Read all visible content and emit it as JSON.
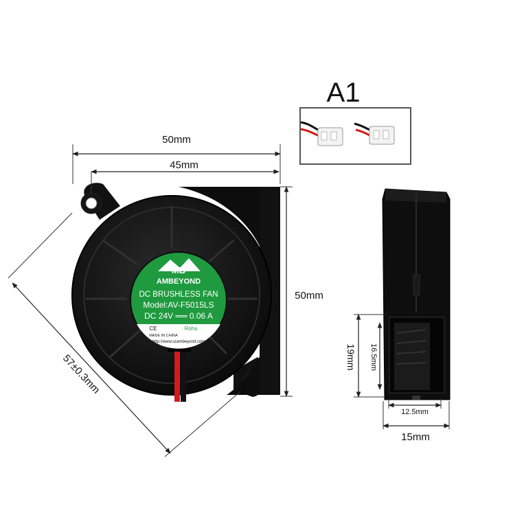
{
  "variant": "A1",
  "front_view": {
    "dim_outer_width": "50mm",
    "dim_inner_width": "45mm",
    "dim_height": "50mm",
    "dim_diagonal": "57±0.3mm"
  },
  "side_view": {
    "dim_outlet_height_outer": "19mm",
    "dim_outlet_height_inner": "16.5mm",
    "dim_outlet_width_inner": "12.5mm",
    "dim_thickness": "15mm"
  },
  "fan_label": {
    "logo": "MB",
    "brand": "AMBEYOND",
    "line1": "DC  BRUSHLESS  FAN",
    "line2": "Model:AV-F5015LS",
    "line3": "DC 24V ══ 0.06 A",
    "ce": "CE",
    "rohs": "Rohs",
    "origin": "MADE IN CHINA",
    "url": "http://www.szambeyond.com"
  },
  "colors": {
    "fan_body": "#0f0f0f",
    "label_green": "#1f9a3f",
    "wire_red": "#d21b1b",
    "wire_black": "#111111"
  }
}
